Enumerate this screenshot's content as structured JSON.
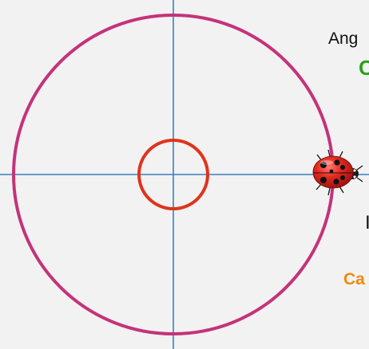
{
  "texts": {
    "angle_label": "Ang",
    "green_letter": "C",
    "mid_letter": "I",
    "orange_label": "Ca"
  },
  "colors": {
    "background": "#f2f2f2",
    "big_circle": "#c4337a",
    "small_circle": "#e0331c",
    "axes": "#3a7fc0",
    "green_text": "#2aa01a",
    "orange_text": "#f08a10",
    "ladybug_body": "#d8211a",
    "ladybug_spots": "#111111"
  },
  "icons": {
    "ladybug": "ladybug-icon"
  }
}
